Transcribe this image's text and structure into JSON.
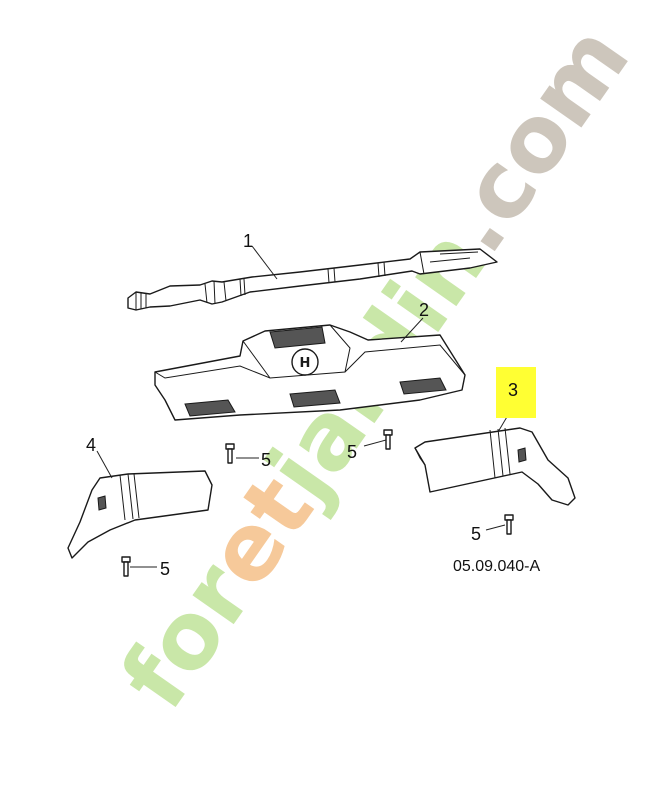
{
  "callouts": {
    "handle_bar": "1",
    "cover": "2",
    "right_fender": "3",
    "left_fender": "4",
    "screw_a": "5",
    "screw_b": "5",
    "screw_c": "5",
    "screw_d": "5"
  },
  "diagram_code": "05.09.040-A",
  "watermark": {
    "part1": "for",
    "part2": "et",
    "part3": "jardin",
    "part4": ".com"
  },
  "colors": {
    "highlight": "#ffff33",
    "watermark_green": "#c9e7a8",
    "watermark_orange": "#f6c99a",
    "watermark_gray": "#cdc6bc"
  }
}
